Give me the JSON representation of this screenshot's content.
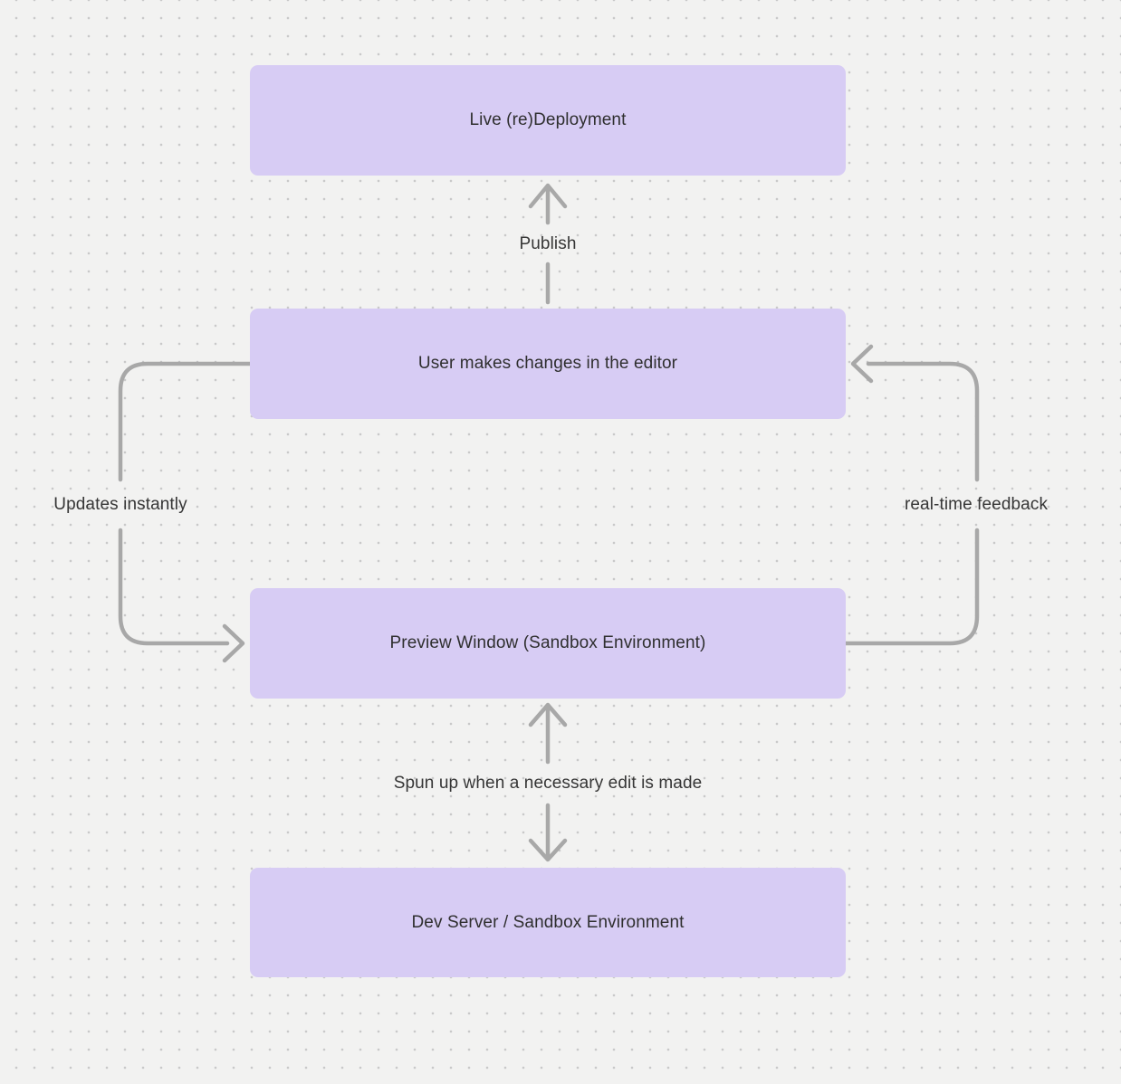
{
  "nodes": [
    {
      "id": "live-redeployment",
      "label": "Live (re)Deployment"
    },
    {
      "id": "user-editor",
      "label": "User makes changes in the editor"
    },
    {
      "id": "preview-window",
      "label": "Preview Window (Sandbox Environment)"
    },
    {
      "id": "dev-server",
      "label": "Dev Server / Sandbox Environment"
    }
  ],
  "edges": [
    {
      "id": "publish",
      "label": "Publish",
      "from": "user-editor",
      "to": "live-redeployment",
      "arrow": "single"
    },
    {
      "id": "updates-instantly",
      "label": "Updates instantly",
      "from": "user-editor",
      "to": "preview-window",
      "arrow": "single"
    },
    {
      "id": "real-time-feedback",
      "label": "real-time feedback",
      "from": "preview-window",
      "to": "user-editor",
      "arrow": "single"
    },
    {
      "id": "spun-up",
      "label": "Spun up when a necessary edit is made",
      "from": "preview-window",
      "to": "dev-server",
      "arrow": "double"
    }
  ],
  "colors": {
    "background": "#f2f2f1",
    "grid_dot": "#c9c9c9",
    "node_fill": "#d7ccf4",
    "node_text": "#2f2f2f",
    "edge_line": "#a8a8a8",
    "edge_label_text": "#363636"
  }
}
